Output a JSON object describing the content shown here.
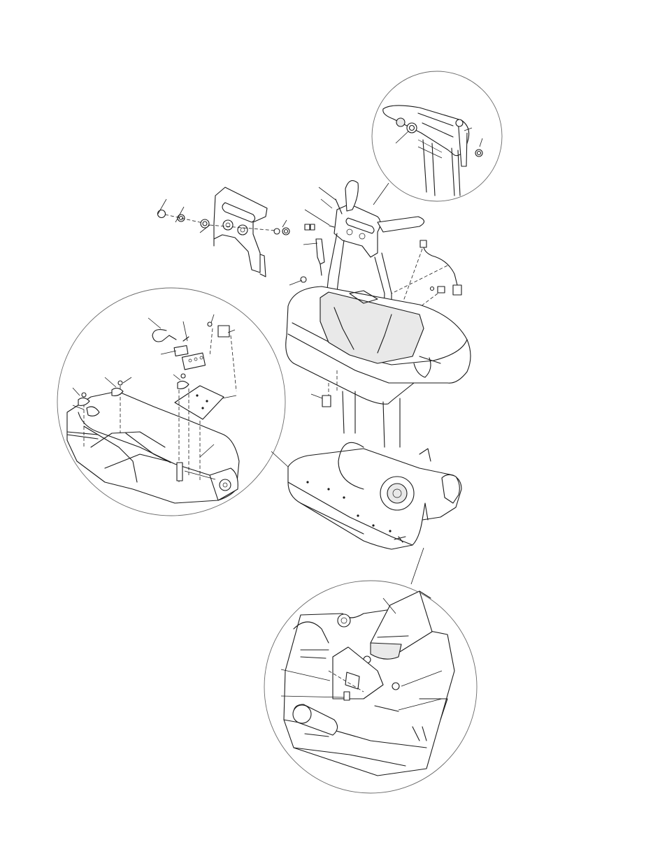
{
  "figure": {
    "type": "exploded-parts-diagram",
    "detail_views": [
      "upper-handlebar-detail",
      "left-base-detail",
      "lower-bracket-detail"
    ]
  }
}
